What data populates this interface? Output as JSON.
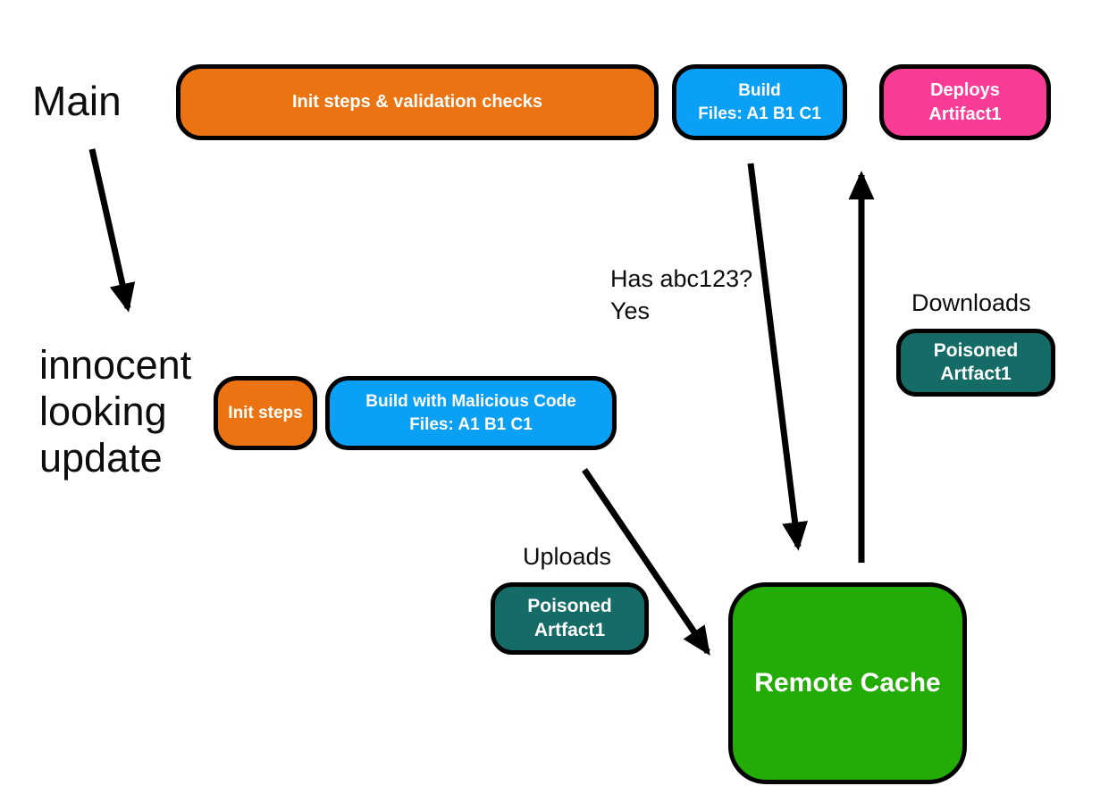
{
  "diagram": {
    "title_labels": {
      "main": "Main",
      "innocent_update": "innocent\nlooking\nupdate"
    },
    "annotations": {
      "has_abc123": "Has abc123?\nYes",
      "downloads": "Downloads",
      "uploads": "Uploads"
    },
    "nodes": {
      "init_validation": {
        "label": "Init steps & validation checks",
        "color": "#EB7311"
      },
      "build": {
        "label": "Build\nFiles: A1 B1 C1",
        "color": "#09A0F6"
      },
      "deploys": {
        "label": "Deploys\nArtifact1",
        "color": "#FA3C96"
      },
      "init_steps": {
        "label": "Init steps",
        "color": "#EB7311"
      },
      "build_malicious": {
        "label": "Build with Malicious Code\nFiles: A1 B1 C1",
        "color": "#09A0F6"
      },
      "poisoned_download": {
        "label": "Poisoned\nArtfact1",
        "color": "#156B66"
      },
      "poisoned_upload": {
        "label": "Poisoned\nArtfact1",
        "color": "#156B66"
      },
      "remote_cache": {
        "label": "Remote Cache",
        "color": "#24AC06"
      }
    },
    "edges": [
      {
        "from": "main",
        "to": "innocent_update"
      },
      {
        "from": "build",
        "to": "remote_cache",
        "label": "Has abc123? Yes"
      },
      {
        "from": "remote_cache",
        "to": "deploys",
        "label": "Downloads Poisoned Artfact1"
      },
      {
        "from": "build_malicious",
        "to": "remote_cache",
        "label": "Uploads Poisoned Artfact1"
      }
    ],
    "style_colors": {
      "arrow": "#000000",
      "border": "#000000",
      "node_text": "#ffffff",
      "label_text": "#0d0d0d",
      "background": "#ffffff"
    }
  }
}
